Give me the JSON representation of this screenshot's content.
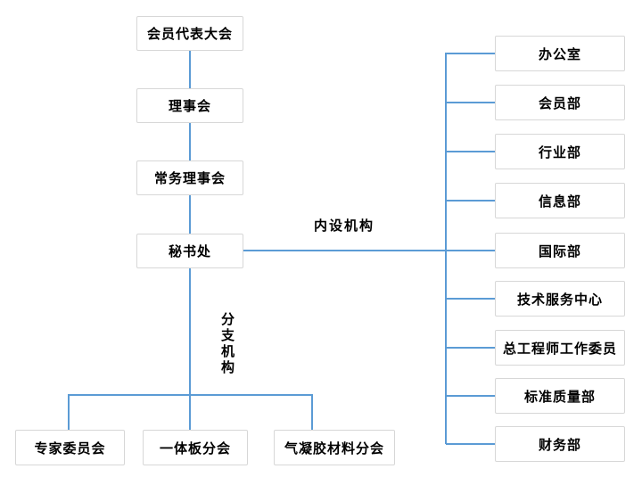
{
  "diagram": {
    "type": "org-chart",
    "colors": {
      "line": "#5B9BD5",
      "box_border": "#D7D7D7",
      "box_bg": "#FFFFFF",
      "text": "#000000"
    },
    "main_chain": [
      "会员代表大会",
      "理事会",
      "常务理事会",
      "秘书处"
    ],
    "internal_label": "内设机构",
    "internal_departments": [
      "办公室",
      "会员部",
      "行业部",
      "信息部",
      "国际部",
      "技术服务中心",
      "总工程师工作委员",
      "标准质量部",
      "财务部"
    ],
    "branch_label": "分支机构",
    "branches": [
      "专家委员会",
      "一体板分会",
      "气凝胶材料分会"
    ]
  }
}
